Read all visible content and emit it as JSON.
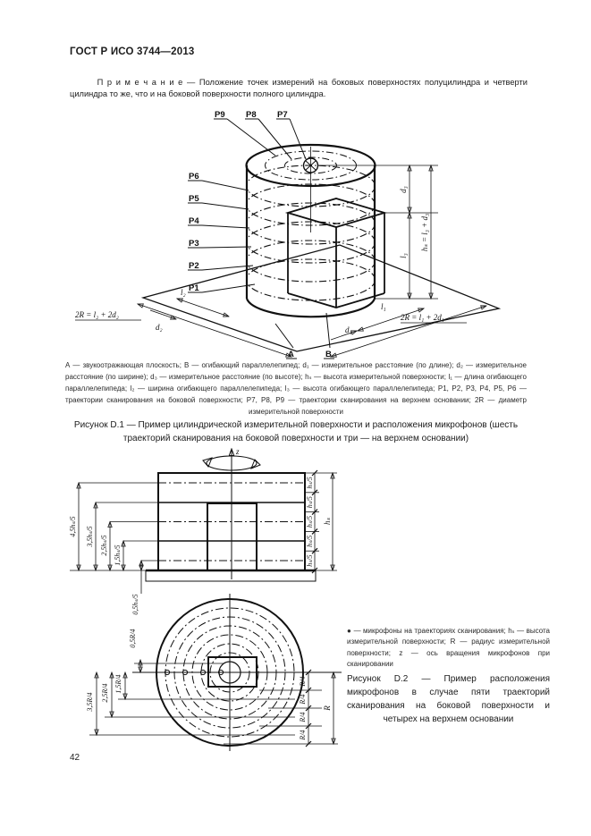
{
  "page": {
    "header": "ГОСТ Р ИСО 3744—2013",
    "note_label": "П р и м е ч а н и е",
    "note_text": "— Положение точек измерений на боковых поверхностях полуцилиндра и четверти цилиндра то же, что и на боковой поверхности полного цилиндра.",
    "page_number": "42"
  },
  "figure_d1": {
    "labels": {
      "p9": "P9",
      "p8": "P8",
      "p7": "P7",
      "p6": "P6",
      "p5": "P5",
      "p4": "P4",
      "p3": "P3",
      "p2": "P2",
      "p1": "P1",
      "d3": "d₃",
      "l3": "l₃",
      "hs_formula": "hₛ = l₃ + d₃",
      "r_left": "2R = l₂ + 2d₂",
      "l2": "l₂",
      "d2": "d₂",
      "l1": "l₁",
      "d1": "d₁",
      "r_right": "2R = l₁ + 2d₁",
      "a": "A",
      "b": "B"
    },
    "legend": "А — звукоотражающая плоскость; В — огибающий параллелепипед; d₁ — измерительное расстояние (по длине); d₂ — измерительное расстояние (по ширине); d₃ — измерительное расстояние (по высоте); hₛ — высота измерительной поверхности; l₁ — длина огибающего параллелепипеда; l₂ — ширина огибающего параллелепипеда; l₃ — высота огибающего параллелепипеда; P1, P2, P3, P4, P5, P6 — траектории сканирования на боковой поверхности; P7, P8, P9 — траектории сканирования на верхнем основании; 2R — диаметр измерительной поверхности",
    "caption": "Рисунок D.1 — Пример цилиндрической измерительной поверхности и расположения микрофонов (шесть траекторий сканирования на боковой поверхности и три — на верхнем основании)"
  },
  "figure_d2": {
    "side": {
      "z": "z",
      "h45": "4,5hₛ/5",
      "h35": "3,5hₛ/5",
      "h25": "2,5hₛ/5",
      "h15": "1,5hₛ/5",
      "h05": "0,5hₛ/5",
      "seg": "hₛ/5",
      "total": "hₛ"
    },
    "top": {
      "r35": "3,5R/4",
      "r25": "2,5R/4",
      "r15": "1,5R/4",
      "r05": "0,5R/4",
      "seg": "R/4",
      "total": "R"
    },
    "legend": "● — микрофоны на траекториях сканирования; hₛ — высота измерительной поверхности; R — радиус измерительной поверхности; z — ось вращения микрофонов при сканировании",
    "caption": "Рисунок D.2 — Пример расположения микрофонов в случае пяти траекторий сканирования на боковой поверхности и четырех на верхнем основании"
  }
}
